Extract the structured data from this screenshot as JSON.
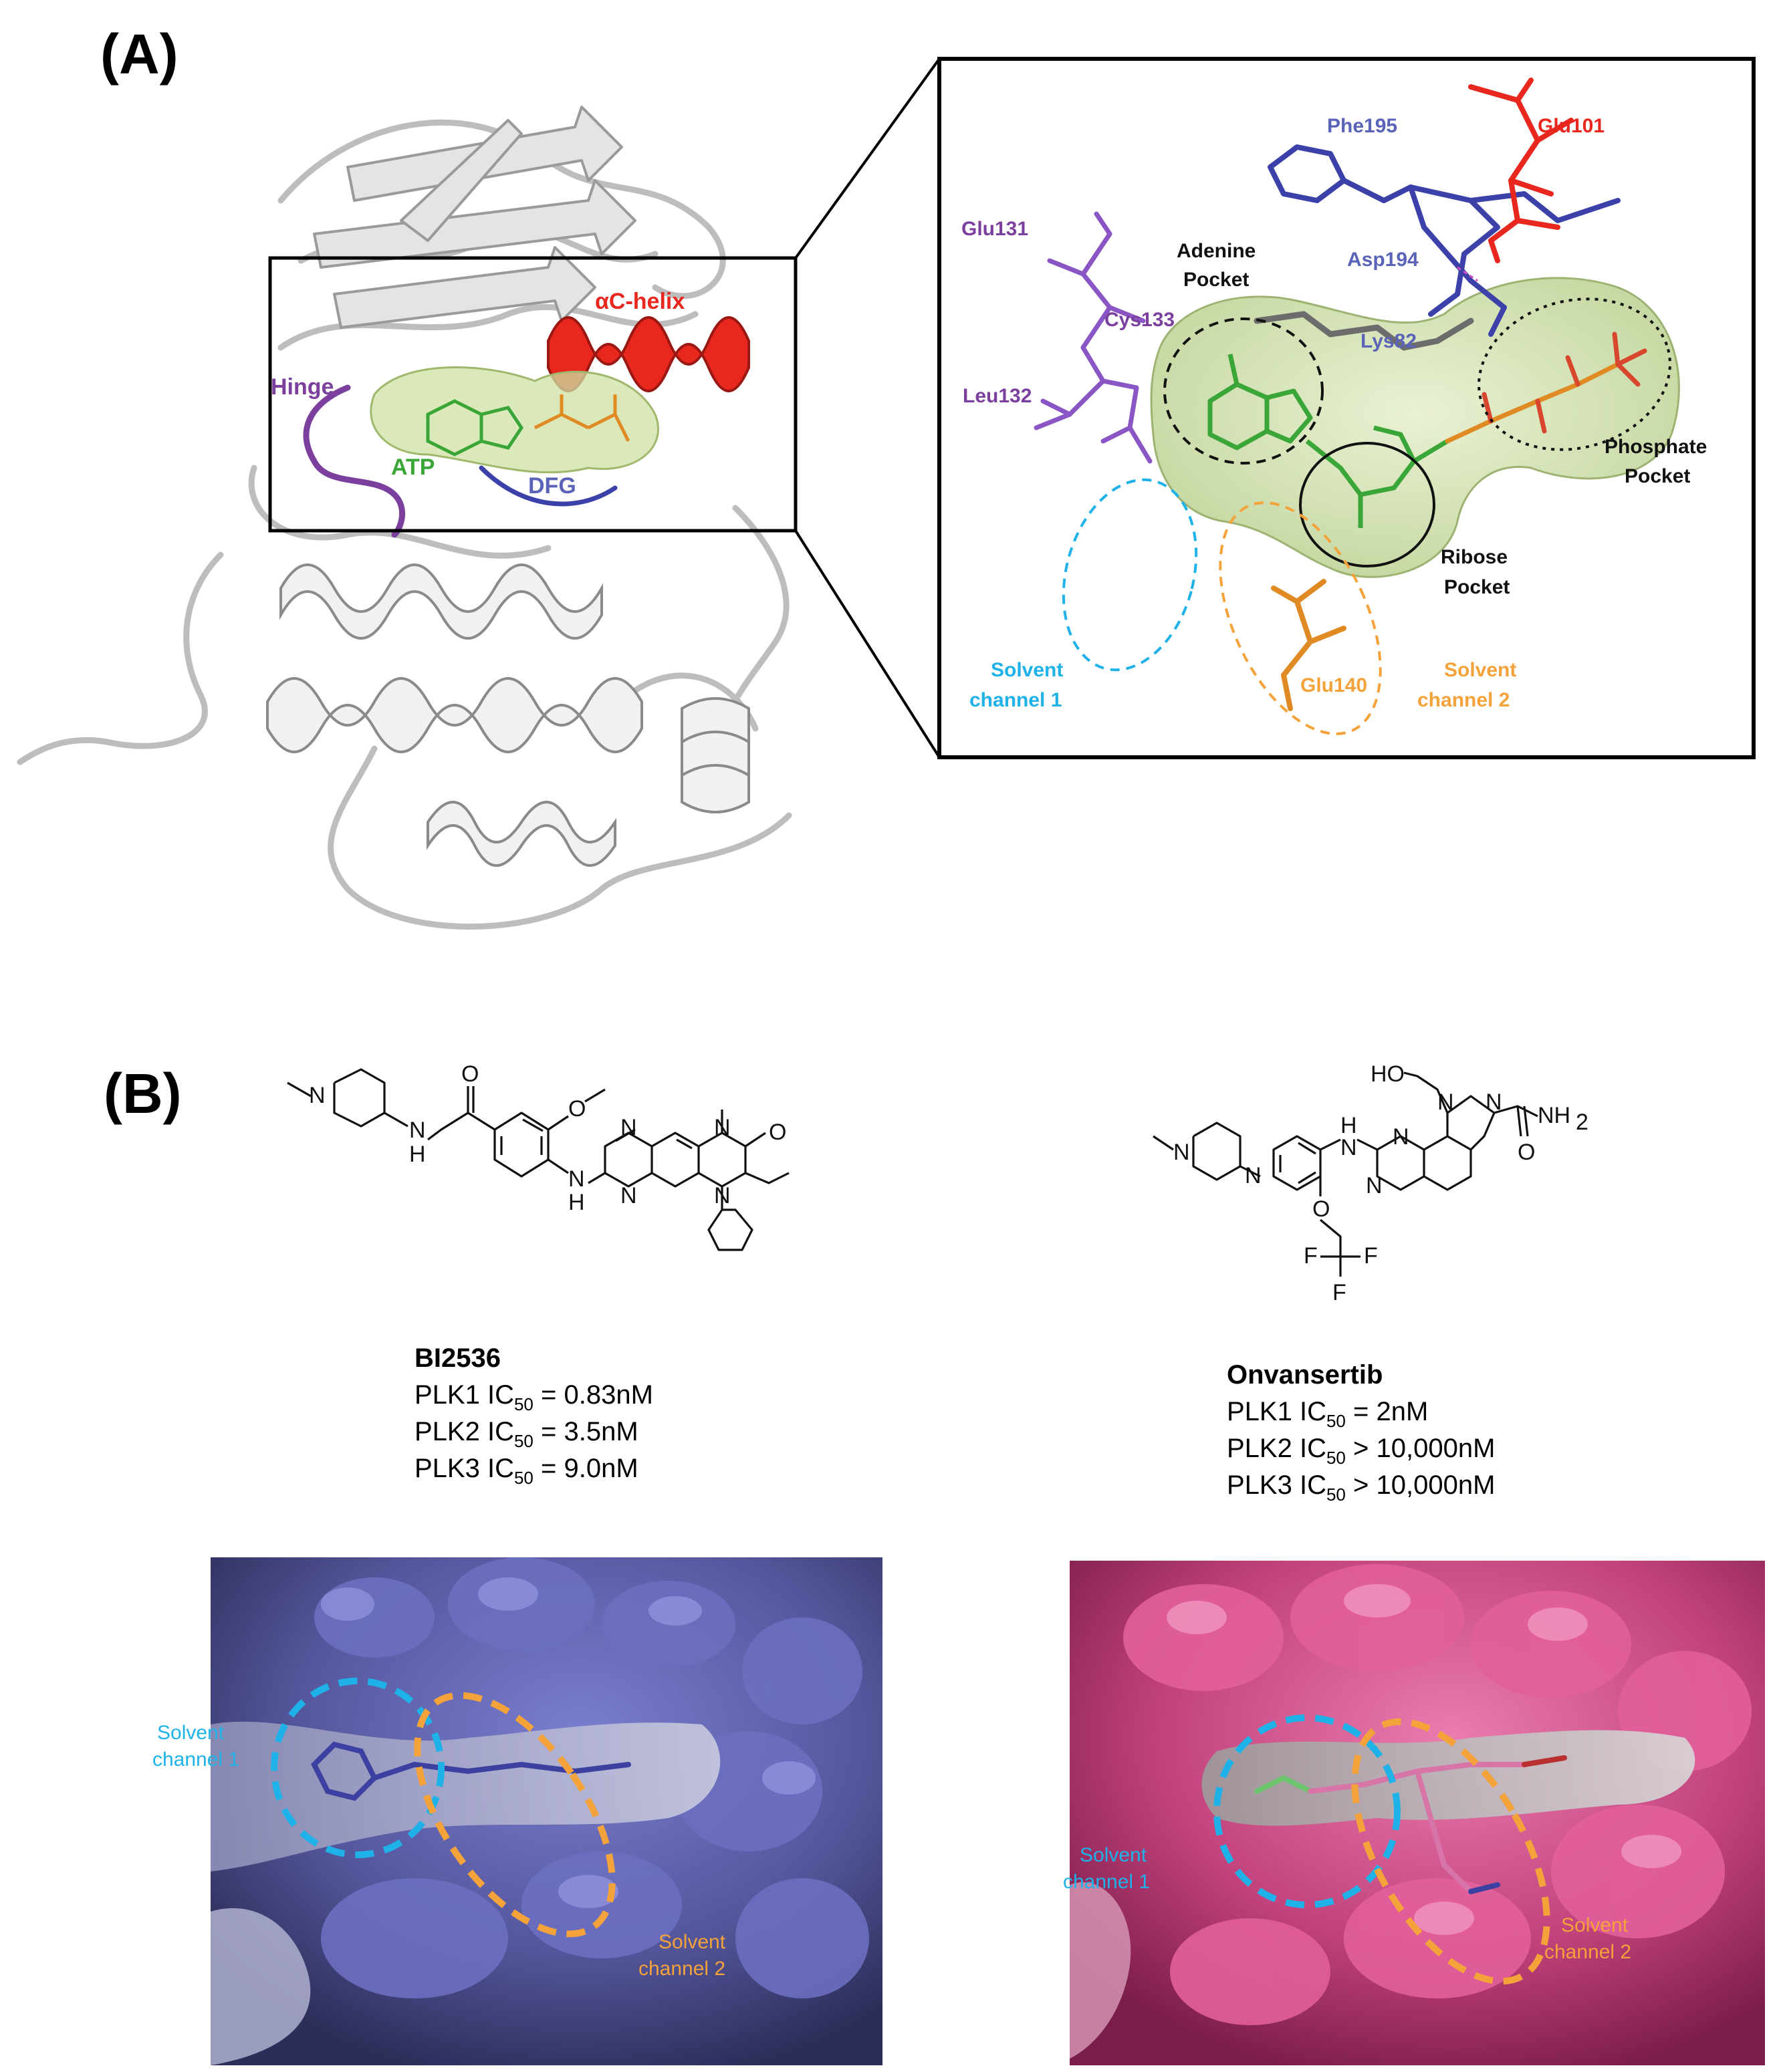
{
  "panels": {
    "a": {
      "letter": "(A)",
      "overview_labels": {
        "ac_helix": "αC-helix",
        "hinge": "Hinge",
        "atp": "ATP",
        "dfg": "DFG"
      },
      "zoom_labels": {
        "phe195": "Phe195",
        "glu101": "Glu101",
        "glu131": "Glu131",
        "adenine_pocket_1": "Adenine",
        "adenine_pocket_2": "Pocket",
        "asp194": "Asp194",
        "cys133": "Cys133",
        "lys82": "Lys82",
        "leu132": "Leu132",
        "phosphate_pocket_1": "Phosphate",
        "phosphate_pocket_2": "Pocket",
        "ribose_pocket_1": "Ribose",
        "ribose_pocket_2": "Pocket",
        "solvent1_1": "Solvent",
        "solvent1_2": "channel 1",
        "glu140": "Glu140",
        "solvent2_1": "Solvent",
        "solvent2_2": "channel 2"
      }
    },
    "b": {
      "letter": "(B)",
      "compounds": [
        {
          "name": "BI2536",
          "lines": [
            {
              "prefix": "PLK1 IC",
              "sub": "50",
              "suffix": " = 0.83nM"
            },
            {
              "prefix": "PLK2 IC",
              "sub": "50",
              "suffix": " = 3.5nM"
            },
            {
              "prefix": "PLK3 IC",
              "sub": "50",
              "suffix": " = 9.0nM"
            }
          ],
          "surface_labels": {
            "solvent1_1": "Solvent",
            "solvent1_2": "channel 1",
            "solvent2_1": "Solvent",
            "solvent2_2": "channel 2"
          }
        },
        {
          "name": "Onvansertib",
          "lines": [
            {
              "prefix": "PLK1 IC",
              "sub": "50",
              "suffix": " = 2nM"
            },
            {
              "prefix": "PLK2 IC",
              "sub": "50",
              "suffix": " > 10,000nM"
            },
            {
              "prefix": "PLK3 IC",
              "sub": "50",
              "suffix": " > 10,000nM"
            }
          ],
          "surface_labels": {
            "solvent1_1": "Solvent",
            "solvent1_2": "channel 1",
            "solvent2_1": "Solvent",
            "solvent2_2": "channel 2"
          }
        }
      ],
      "structure_atoms": {
        "bi": {
          "n1": "N",
          "o1": "O",
          "nh": "N",
          "h1": "H",
          "o2": "O",
          "n2": "N",
          "n3": "N",
          "n4": "N",
          "o3": "O",
          "n5": "N",
          "nh2": "N",
          "h2": "H"
        },
        "onv": {
          "ho": "HO",
          "n1": "N",
          "n2": "N",
          "nh_h": "H",
          "nh_n": "N",
          "n3": "N",
          "n4": "N",
          "n5": "N",
          "n6": "N",
          "nh2": "NH",
          "nh2sub": "2",
          "o1": "O",
          "o2": "O",
          "f1": "F",
          "f2": "F",
          "f3": "F"
        }
      }
    }
  },
  "colors": {
    "hinge": "#7b3f9e",
    "helix": "#e8271f",
    "atp": "#3aa637",
    "dfg": "#5b63b8",
    "phe": "#5b63b8",
    "glu101": "#e8271f",
    "pocket_text": "#111111",
    "solvent1": "#1fb2e8",
    "solvent2": "#f4a23a",
    "surface_blue": "#5a5ca3",
    "surface_pink": "#c6437e"
  }
}
